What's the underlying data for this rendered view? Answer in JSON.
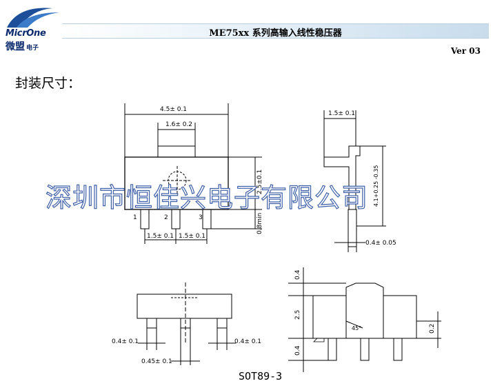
{
  "header": {
    "logo_text": "MicrOne",
    "logo_cn": "微盟",
    "logo_sub": "电子",
    "title": "ME75xx 系列高输入线性稳压器",
    "version": "Ver 03"
  },
  "section_title": "封装尺寸：",
  "watermark": "深圳市恒佳兴电子有限公司",
  "dimensions": {
    "width_total": "4.5± 0.1",
    "tab_width": "1.6± 0.2",
    "side_top": "1.5± 0.1",
    "pitch_left": "1.5± 0.1",
    "pitch_right": "1.5± 0.1",
    "height_body": "2.5±0.1",
    "lead_min": "0.8min",
    "side_height": "4.1+0.25 -0.35",
    "lead_thickness": "0.4± 0.05",
    "lead_w_left": "0.4± 0.1",
    "lead_w_right": "0.4± 0.1",
    "lead_w_mid": "0.45± 0.1",
    "v_top": "0.4",
    "v_mid": "2.5",
    "v_bottom": "0.4",
    "v_right": "0.2",
    "angle": "45°"
  },
  "pins": [
    "1",
    "2",
    "3"
  ],
  "package_name": "SOT89-3"
}
